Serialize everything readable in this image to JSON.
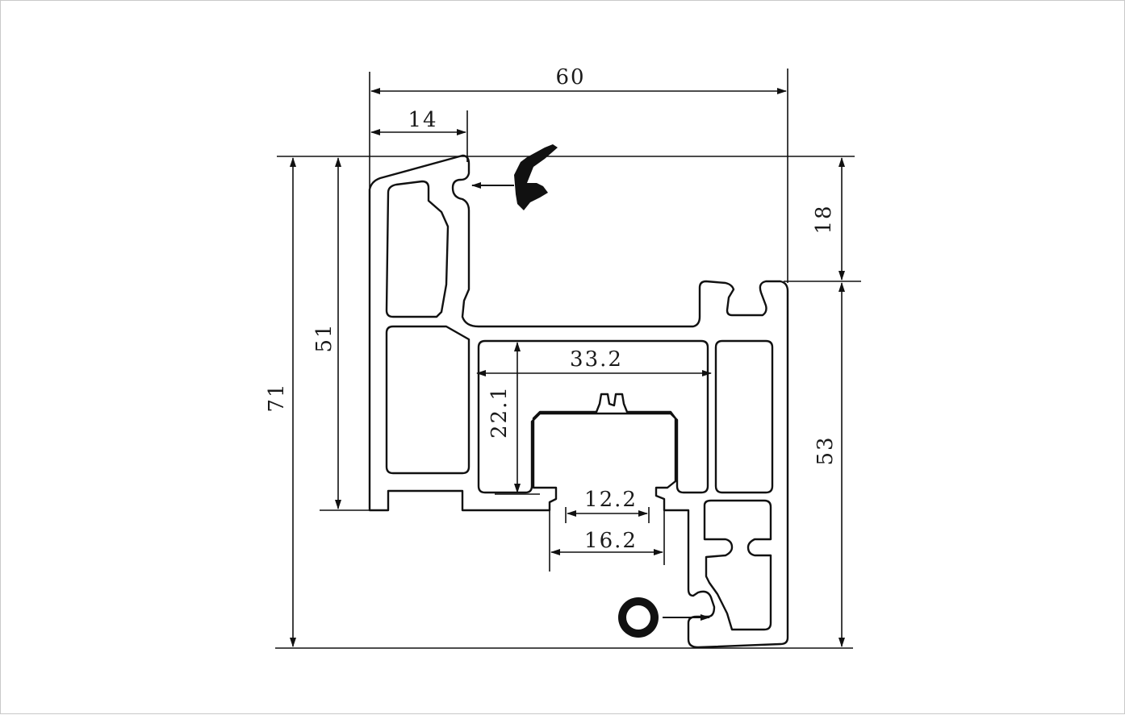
{
  "dimensions": {
    "total_width": "60",
    "left_leg_width": "14",
    "top_offset": "18",
    "total_height": "71",
    "left_height": "51",
    "right_height": "53",
    "inner_chamber_width": "33.2",
    "inner_chamber_height": "22.1",
    "slot_inner_width": "12.2",
    "slot_outer_width": "16.2"
  },
  "colors": {
    "line": "#111111",
    "background": "#ffffff",
    "frame": "#c9c9c9"
  }
}
